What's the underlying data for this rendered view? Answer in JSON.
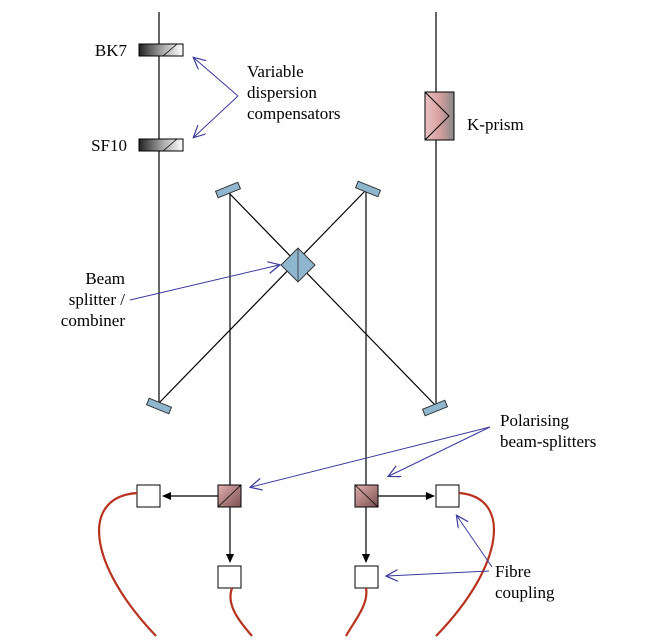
{
  "labels": {
    "bk7": "BK7",
    "sf10": "SF10",
    "variable": [
      "Variable",
      "dispersion",
      "compensators"
    ],
    "k_prism": "K-prism",
    "beam_splitter": [
      "Beam",
      "splitter /",
      "combiner"
    ],
    "polarising": [
      "Polarising",
      "beam-splitters"
    ],
    "fibre": [
      "Fibre",
      "coupling"
    ]
  },
  "colors": {
    "beam": "#000000",
    "annotation_arrow": "#3a3aa0",
    "fibre": "#b8321e",
    "mirror": "#8fb6cf",
    "beam_splitter_cube": "#8fb6cf",
    "polariser_cube": "#c98a8a",
    "k_prism": "#d8a0a0"
  }
}
